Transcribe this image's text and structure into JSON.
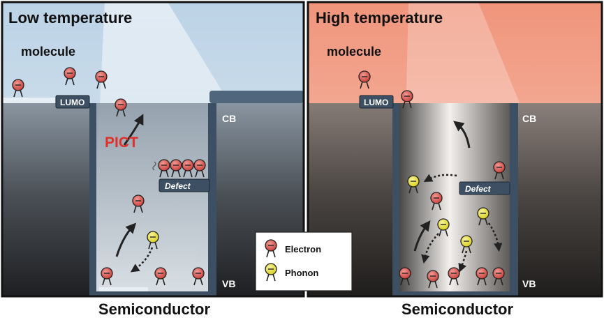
{
  "panels": {
    "left": {
      "title": "Low temperature",
      "molecule_label": "molecule",
      "lumo_label": "LUMO",
      "cb_label": "CB",
      "vb_label": "VB",
      "defect_label": "Defect",
      "process_label": "PICT",
      "caption": "Semiconductor"
    },
    "right": {
      "title": "High temperature",
      "molecule_label": "molecule",
      "lumo_label": "LUMO",
      "cb_label": "CB",
      "vb_label": "VB",
      "defect_label": "Defect",
      "caption": "Semiconductor"
    }
  },
  "legend": {
    "items": [
      {
        "label": "Electron",
        "icon": "electron-icon",
        "color": "#d9534f"
      },
      {
        "label": "Phonon",
        "icon": "phonon-icon",
        "color": "#e8e02a"
      }
    ]
  },
  "colors": {
    "low_temp_sky": "#c9dcea",
    "high_temp_sky": "#f4a58c",
    "band_frame": "#3d4f63",
    "pict_text": "#e0302a",
    "electron": "#d9534f",
    "phonon": "#e8e02a"
  }
}
